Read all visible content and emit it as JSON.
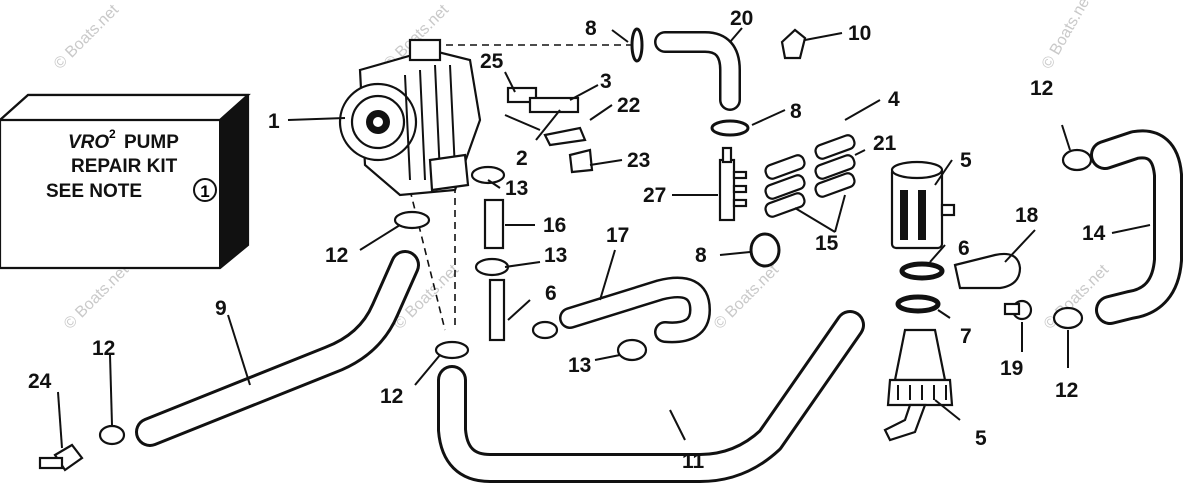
{
  "kit_box": {
    "logo": "VRO",
    "logo_superscript": "2",
    "line1_suffix": "PUMP",
    "line2": "REPAIR KIT",
    "line3": "SEE NOTE",
    "note_number": "1"
  },
  "watermark": "© Boats.net",
  "callouts": {
    "c1": "1",
    "c2": "2",
    "c3": "3",
    "c4": "4",
    "c5a": "5",
    "c5b": "5",
    "c6a": "6",
    "c6b": "6",
    "c7": "7",
    "c8a": "8",
    "c8b": "8",
    "c8c": "8",
    "c9": "9",
    "c10": "10",
    "c11": "11",
    "c12a": "12",
    "c12b": "12",
    "c12c": "12",
    "c12d": "12",
    "c12e": "12",
    "c13a": "13",
    "c13b": "13",
    "c13c": "13",
    "c14": "14",
    "c15": "15",
    "c16": "16",
    "c17": "17",
    "c18": "18",
    "c19": "19",
    "c20": "20",
    "c21": "21",
    "c22": "22",
    "c23": "23",
    "c24": "24",
    "c25": "25",
    "c27": "27"
  }
}
